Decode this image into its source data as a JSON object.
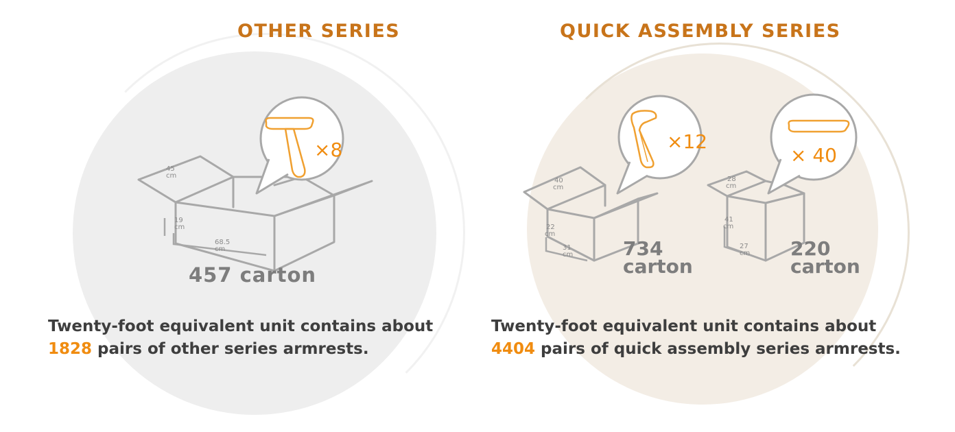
{
  "colors": {
    "title": "#c8741a",
    "highlight": "#f08c10",
    "text": "#3e3e3e",
    "box_line": "#a8a8a8",
    "left_circle": "#eeeeee",
    "right_circle": "#f3ede5"
  },
  "left": {
    "title": "OTHER SERIES",
    "box": {
      "dim_top": "45\ncm",
      "dim_height": "19\ncm",
      "dim_length": "68.5\ncm",
      "count": "457 carton"
    },
    "bubble": {
      "multiplier": "×8",
      "icon": "t-armrest-icon"
    },
    "caption": {
      "line1": "Twenty-foot equivalent unit contains about",
      "number": "1828",
      "line2": "pairs of other series armrests."
    }
  },
  "right": {
    "title": "QUICK ASSEMBLY SERIES",
    "box1": {
      "dim_top": "40\ncm",
      "dim_height": "22\ncm",
      "dim_length": "31\ncm",
      "count_number": "734",
      "count_unit": "carton"
    },
    "bubble1": {
      "multiplier": "×12",
      "icon": "armrest-post-icon"
    },
    "box2": {
      "dim_top": "28\ncm",
      "dim_height": "41\ncm",
      "dim_length": "27\ncm",
      "count_number": "220",
      "count_unit": "carton"
    },
    "bubble2": {
      "multiplier": "× 40",
      "icon": "armrest-pad-icon"
    },
    "caption": {
      "line1": "Twenty-foot equivalent unit contains about",
      "number": "4404",
      "line2": "pairs of quick assembly series armrests."
    }
  }
}
